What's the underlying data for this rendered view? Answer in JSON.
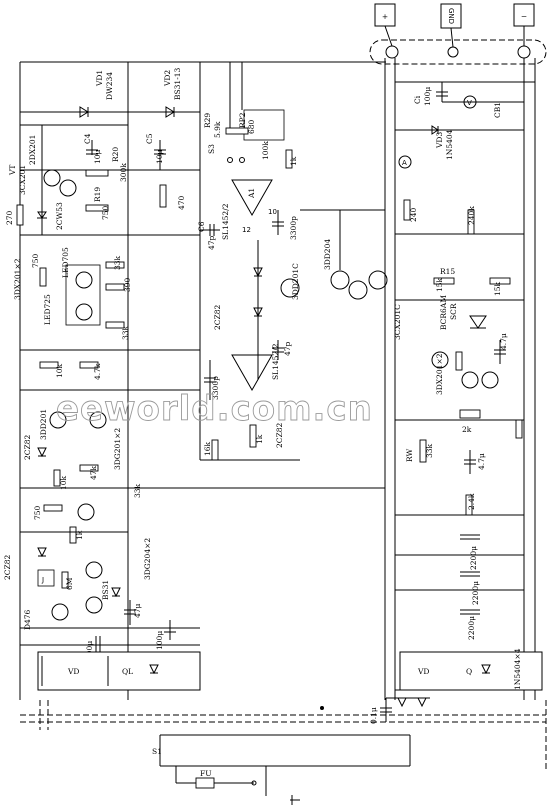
{
  "terminals": {
    "plus": "+",
    "gnd": "GND",
    "minus": "−"
  },
  "components": {
    "vd1": "VD1",
    "vd1_type": "DW234",
    "vd2": "VD2",
    "vd2_type": "BS31-13",
    "vd3": "VD3",
    "vd3_type": "1N5404",
    "ci": "Ci",
    "ci_val": "100μ",
    "cb1": "CB1",
    "vt1": "VT",
    "vt1_type": "3CX201",
    "vt_2dx": "2DX201",
    "c4": "C4",
    "c4_val": "10μ",
    "c5": "C5",
    "c5_val": "10μ",
    "r20": "R20",
    "r20_val": "300k",
    "r19": "R19",
    "r19_val": "750",
    "r_270": "270",
    "vd_2cw53": "2CW53",
    "r_470": "470",
    "rp": "RP2",
    "rp_val": "680",
    "r29": "R29",
    "r29_val": "5.9k",
    "s3": "S3",
    "r_100k": "100k",
    "sl1452_a": "SL1452/2",
    "c6": "C6",
    "c6_val": "47p",
    "c8_val": "3300p",
    "r_1k": "1k",
    "a1": "A1",
    "vd_2cz82": "2CZ82",
    "vt_3dd201c": "3DD201C",
    "vt_3dd204": "3DD204",
    "r_240k": "240k",
    "r_240": "240",
    "vt_3dx201": "3DX201×2",
    "r_750": "750",
    "led705": "LED705",
    "led725": "LED725",
    "r_33k": "33k",
    "r_390": "390",
    "r15": "R15",
    "r15_val": "15k",
    "r_15k": "15k",
    "scr": "SCR",
    "scr_type": "BCR6AM",
    "vt_3cx201c": "3CX201C",
    "sl1452_b": "SL1452/2",
    "c7_val": "47p",
    "r_10k": "10k",
    "r_47k": "4.7k",
    "vt_3dd201": "3DD201",
    "r_3300p": "3300p",
    "c_47u": "4.7μ",
    "vt_3dx201b": "3DX201×2",
    "vt_3dg201": "3DG201×2",
    "r_47k_b": "47k",
    "r_2k": "2k",
    "r_33k_b": "33k",
    "rw": "RW",
    "r_16k": "16k",
    "r_1k_b": "1k",
    "r_2k4": "2.4k",
    "c_2200a": "2200μ",
    "c_2200b": "2200μ",
    "c_2200c": "2200μ",
    "r_750b": "750",
    "r_1k_c": "1k",
    "r_6m": "6M",
    "vt_d476": "D476",
    "bs31": "BS31",
    "vt_3dg204": "3DG204×2",
    "c_100u": "100μ",
    "c_47u_b": "47μ",
    "c_100u_b": "100μ",
    "vd_bridge": "VD",
    "ql": "QL",
    "vd_bridge2": "VD",
    "q": "Q",
    "in5404x4": "1N5404×4",
    "c01": "0.1μ",
    "fu": "FU",
    "s1": "S1",
    "vd2_b": "2CZ82"
  },
  "watermark": "eeworld.com.cn"
}
